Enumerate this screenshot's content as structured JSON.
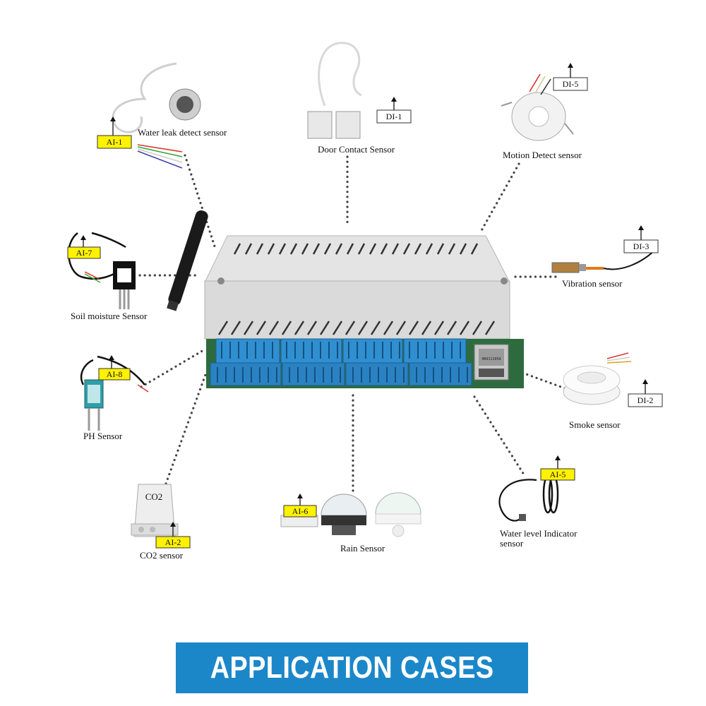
{
  "banner": {
    "title": "APPLICATION CASES"
  },
  "colors": {
    "banner": "#1b87c9",
    "tag_fill": "#fff200",
    "terminal_blue": "#2f8fd0",
    "device_body": "#dcdcdc"
  },
  "sensors": [
    {
      "id": "water-leak",
      "label": "Water leak detect sensor",
      "tag": "AI-1",
      "tag_style": "yellow"
    },
    {
      "id": "door-contact",
      "label": "Door Contact Sensor",
      "tag": "DI-1",
      "tag_style": "white"
    },
    {
      "id": "motion",
      "label": "Motion Detect sensor",
      "tag": "DI-5",
      "tag_style": "white"
    },
    {
      "id": "soil",
      "label": "Soil moisture Sensor",
      "tag": "AI-7",
      "tag_style": "yellow"
    },
    {
      "id": "vibration",
      "label": "Vibration sensor",
      "tag": "DI-3",
      "tag_style": "white"
    },
    {
      "id": "ph",
      "label": "PH Sensor",
      "tag": "AI-8",
      "tag_style": "yellow"
    },
    {
      "id": "smoke",
      "label": "Smoke sensor",
      "tag": "DI-2",
      "tag_style": "white"
    },
    {
      "id": "co2",
      "label": "CO2 sensor",
      "tag": "AI-2",
      "tag_style": "yellow",
      "device_text": "CO2"
    },
    {
      "id": "rain",
      "label": "Rain Sensor",
      "tag": "AI-6",
      "tag_style": "yellow"
    },
    {
      "id": "water-level",
      "label_line1": "Water level Indicator",
      "label_line2": "sensor",
      "tag": "AI-5",
      "tag_style": "yellow"
    }
  ],
  "controller": {
    "chip_text": "HR911105A"
  }
}
